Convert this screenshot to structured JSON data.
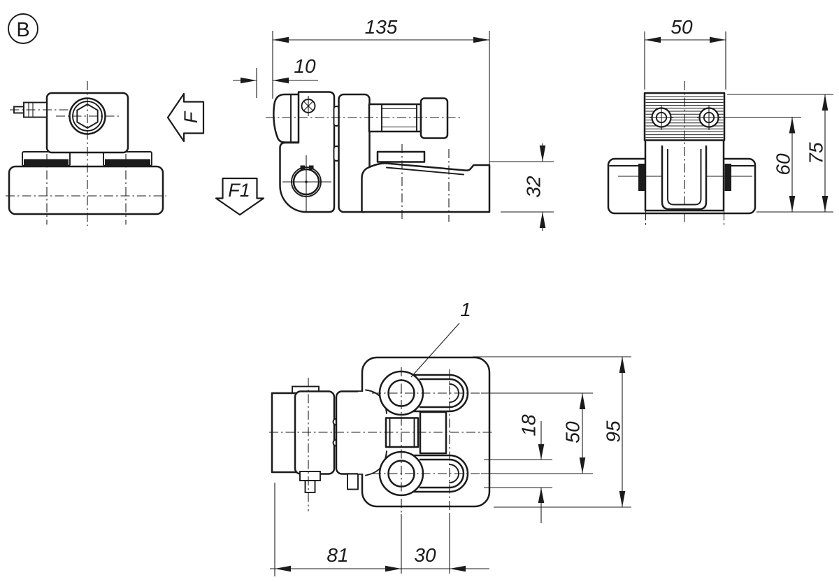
{
  "labels": {
    "detail_view": "B",
    "force": "F",
    "force_alt": "F1",
    "position_callout": "1"
  },
  "dimensions": {
    "side_view": [
      "135",
      "10",
      "32"
    ],
    "rear_view": [
      "50",
      "60",
      "75"
    ],
    "top_view": [
      "95",
      "50",
      "18",
      "81",
      "30"
    ]
  },
  "colors": {
    "line": "#1b1b1b",
    "background": "#ffffff"
  }
}
